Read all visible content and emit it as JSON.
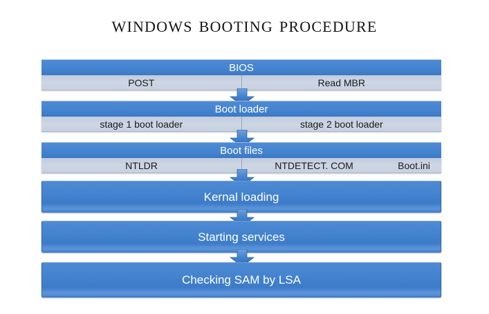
{
  "title": "Windows Booting Procedure",
  "colors": {
    "accent_blue": "#4483cf",
    "accent_blue_dark": "#3b79c6",
    "subrow_gray": "#c8d1e0",
    "background": "#ffffff",
    "header_text": "#ffffff",
    "subrow_text": "#1a1a1a"
  },
  "stages": [
    {
      "id": "bios",
      "label": "BIOS",
      "substeps": [
        "POST",
        "Read MBR"
      ]
    },
    {
      "id": "boot-loader",
      "label": "Boot loader",
      "substeps": [
        "stage 1 boot loader",
        "stage 2 boot loader"
      ]
    },
    {
      "id": "boot-files",
      "label": "Boot files",
      "substeps": [
        "NTLDR",
        "NTDETECT. COM",
        "Boot.ini"
      ]
    },
    {
      "id": "kernal-loading",
      "label": "Kernal loading",
      "substeps": []
    },
    {
      "id": "starting-services",
      "label": "Starting services",
      "substeps": []
    },
    {
      "id": "checking-sam",
      "label": "Checking SAM by LSA",
      "substeps": []
    }
  ],
  "arrows": {
    "count": 5,
    "direction": "down",
    "icon": "arrow-down-icon"
  }
}
